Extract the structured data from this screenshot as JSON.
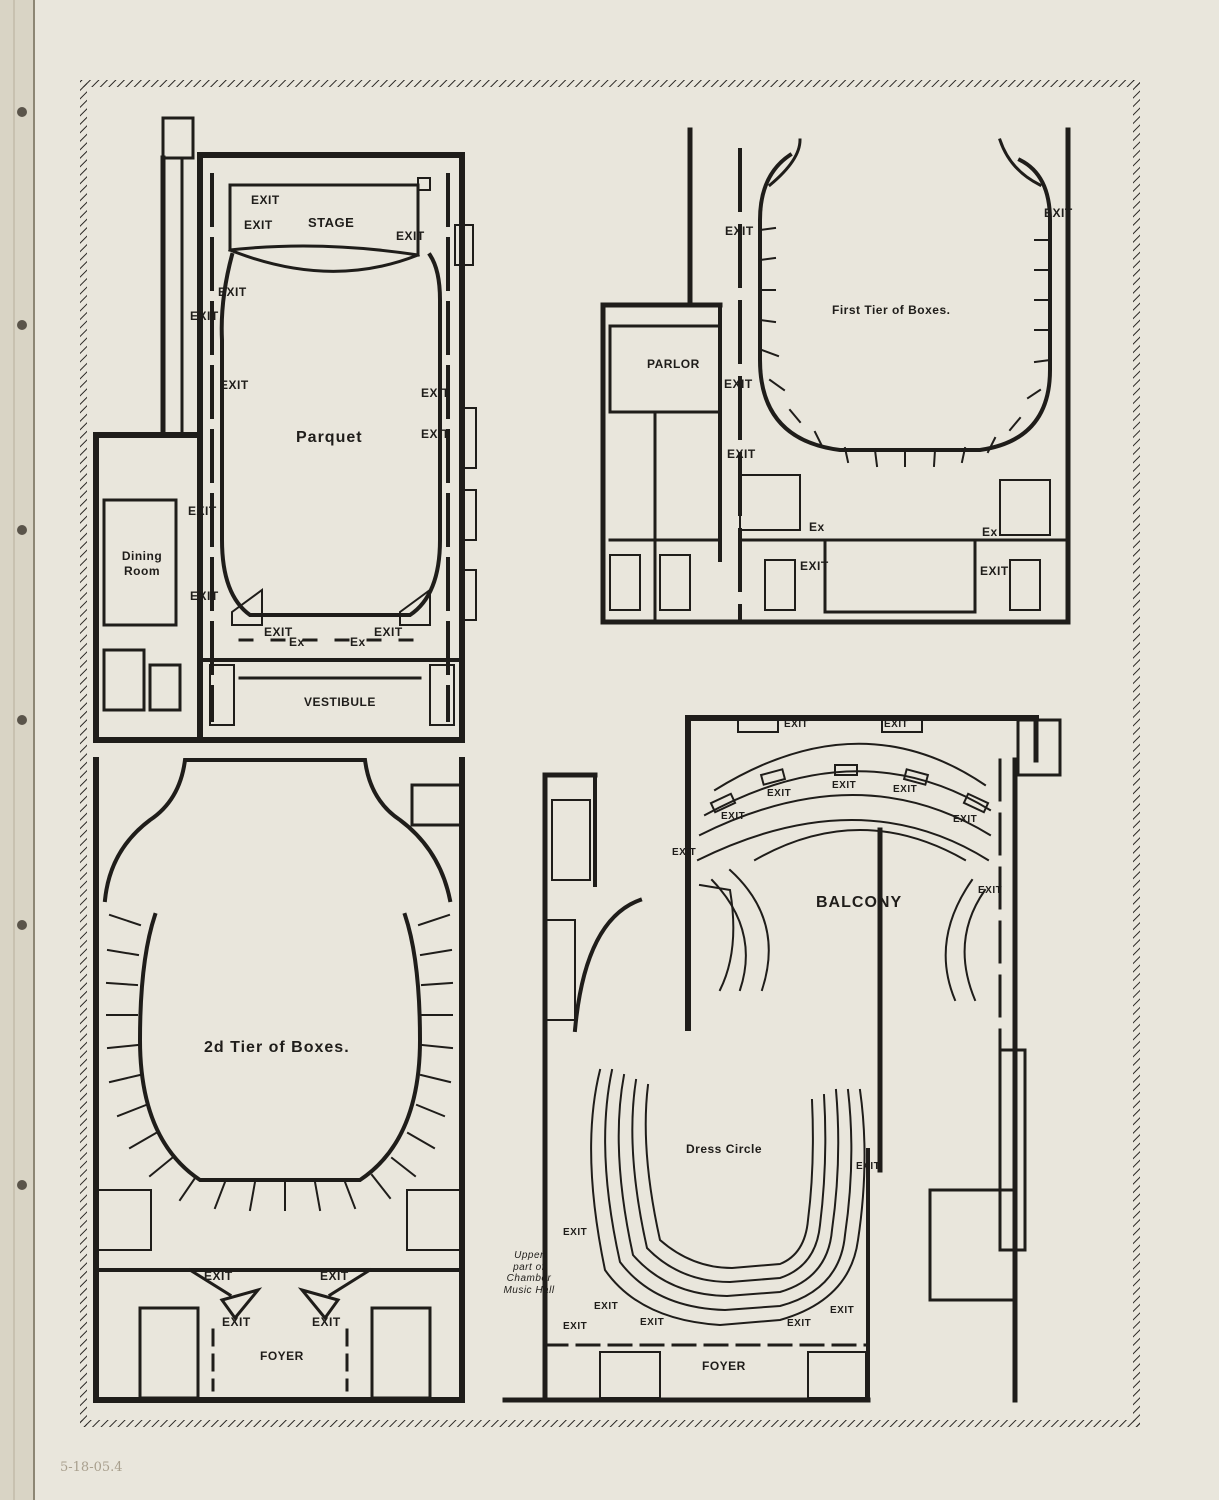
{
  "plans": {
    "parquet": {
      "name": "Parquet",
      "stage": "STAGE",
      "dining": "Dining Room",
      "vestibule": "VESTIBULE",
      "exit": "EXIT",
      "ex": "Ex"
    },
    "first_tier": {
      "name": "First Tier of Boxes.",
      "parlor": "PARLOR",
      "exit": "EXIT",
      "ex": "Ex"
    },
    "second_tier": {
      "name": "2d Tier of Boxes.",
      "foyer": "FOYER",
      "exit": "EXIT"
    },
    "balcony": {
      "name": "BALCONY",
      "dress_circle": "Dress Circle",
      "foyer": "FOYER",
      "chamber_hall": "Upper part of Chamber Music Hall",
      "exit": "EXIT"
    }
  },
  "note": "5-18-05.4",
  "colors": {
    "ink": "#1f1d1a",
    "paper": "#e9e6dc"
  }
}
